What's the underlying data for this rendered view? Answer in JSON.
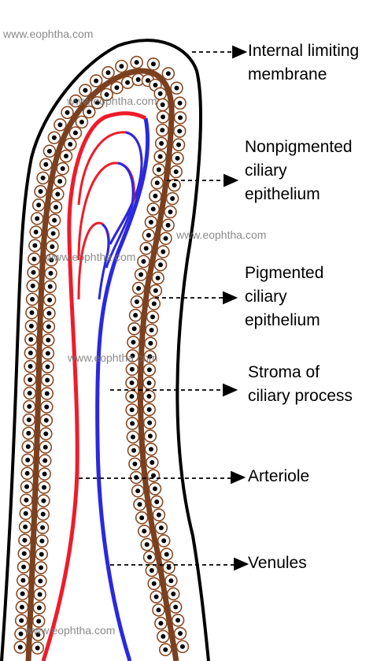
{
  "labels": {
    "internal_limiting_membrane": "Internal limiting\nmembrane",
    "nonpigmented_ciliary_epithelium": "Nonpigmented\nciliary\nepithelium",
    "pigmented_ciliary_epithelium": "Pigmented\nciliary\nepithelium",
    "stroma": "Stroma of\nciliary process",
    "arteriole": "Arteriole",
    "venules": "Venules"
  },
  "watermark": "www.eophtha.com",
  "colors": {
    "outline": "#000000",
    "pigment_cell_fill": "#ffffff",
    "pigment_cell_stroke": "#8a4a24",
    "pigment_band": "#7a4020",
    "nucleus": "#000000",
    "arteriole": "#ee1c2a",
    "venule": "#2a28e0"
  }
}
